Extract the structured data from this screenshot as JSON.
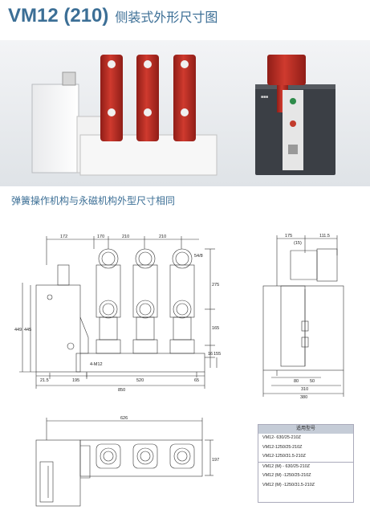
{
  "title": {
    "model": "VM12 (210)",
    "cn": "侧装式外形尺寸图"
  },
  "subtitle": "弹簧操作机构与永磁机构外型尺寸相同",
  "front_view": {
    "top_dims": [
      "172",
      "170",
      "210",
      "210"
    ],
    "angle_label": "54/8",
    "right_dims": [
      "275",
      "165",
      "16",
      "155"
    ],
    "left_dims": [
      "449",
      "445"
    ],
    "bottom_dims": [
      "21.5",
      "195",
      "520",
      "65"
    ],
    "total_width": "850",
    "hole_label": "4-M12"
  },
  "side_view": {
    "top_dims": [
      "175",
      "111.5"
    ],
    "sub_dim": "(15)",
    "bottom_dims": [
      "80",
      "50"
    ],
    "width_1": "310",
    "width_2": "380"
  },
  "bottom_view": {
    "top_dim": "626",
    "right_dim": "197"
  },
  "table": {
    "header": "适用型号",
    "group1": [
      "VM12- 630/25-210Z",
      "VM12-1250/25-210Z",
      "VM12-1250/31.5-210Z"
    ],
    "group2": [
      "VM12 (M) - 630/25-210Z",
      "VM12 (M) -1250/25-210Z",
      "VM12 (M) -1250/31.5-210Z"
    ]
  },
  "colors": {
    "accent": "#3c6f96",
    "pole_red": "#b52a22"
  }
}
